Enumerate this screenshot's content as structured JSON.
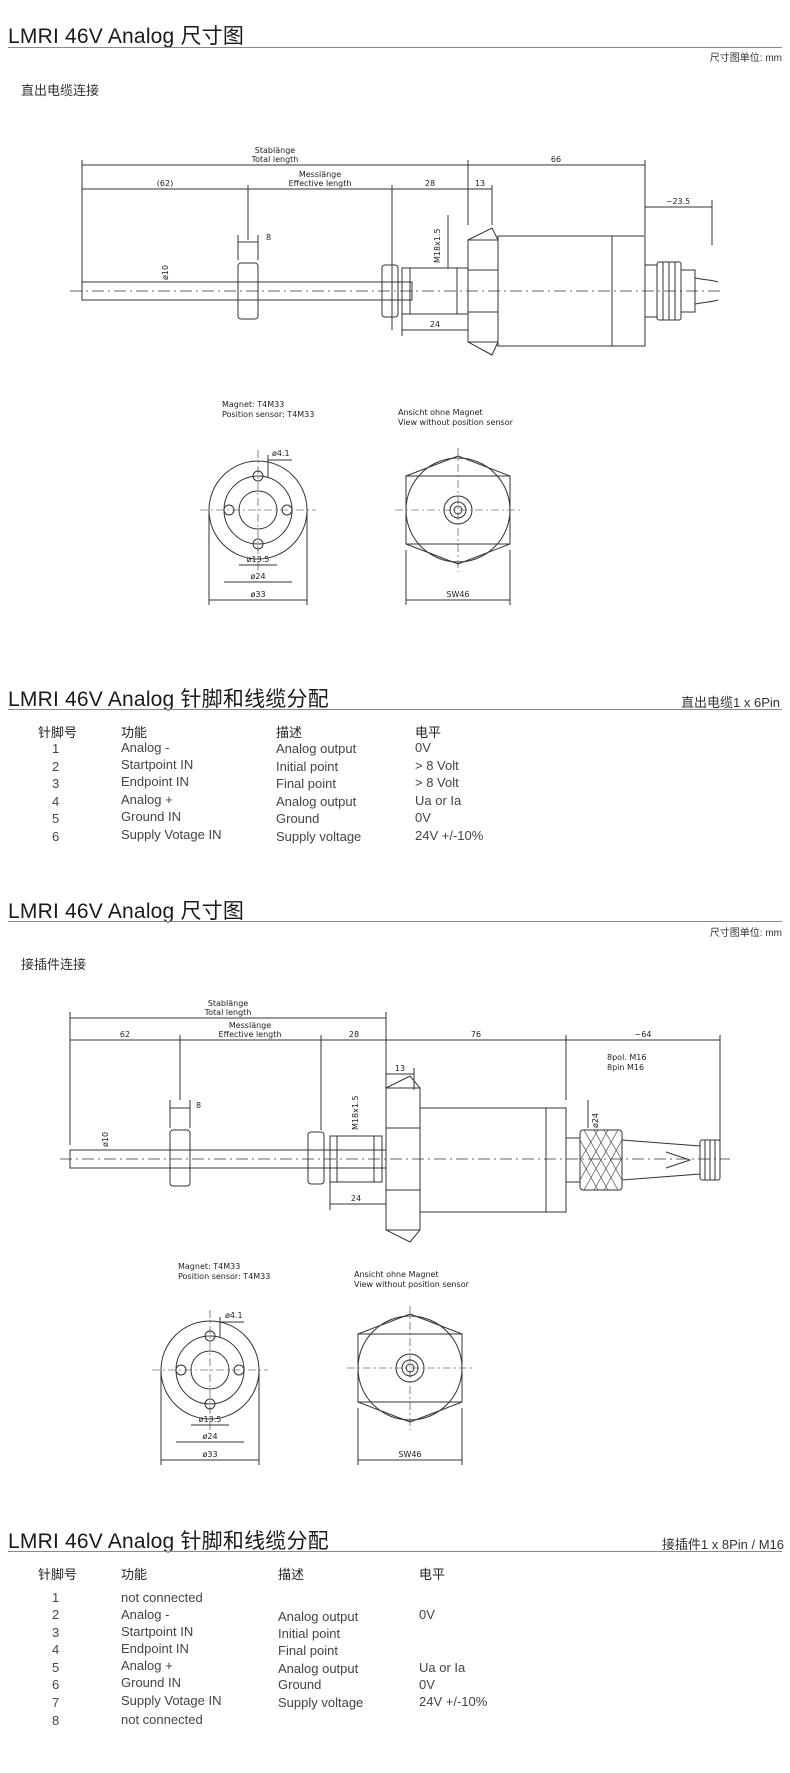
{
  "sections": [
    {
      "title": "LMRI 46V  Analog  尺寸图",
      "unit_note": "尺寸图单位: mm",
      "subtitle": "直出电缆连接",
      "drawing": {
        "stab": "Stablänge",
        "total": "Total length",
        "mess": "Messlänge",
        "eff": "Effective length",
        "d62": "(62)",
        "d28": "28",
        "d13": "13",
        "d66": "66",
        "d235": "~23.5",
        "d8": "8",
        "d10": "ø10",
        "m18": "M18x1.5",
        "d24": "24",
        "magnet1": "Magnet: T4M33",
        "magnet2": "Position sensor: T4M33",
        "view1": "Ansicht ohne Magnet",
        "view2": "View without position sensor",
        "hole": "ø4.1",
        "c135": "ø13.5",
        "c24": "ø24",
        "c33": "ø33",
        "sw": "SW46"
      }
    },
    {
      "title": "LMRI 46V   Analog  针脚和线缆分配",
      "right_note": "直出电缆1 x 6Pin",
      "headers": [
        "针脚号",
        "功能",
        "描述",
        "电平"
      ],
      "rows": [
        [
          "1",
          "Analog -",
          "Analog output",
          "0V"
        ],
        [
          "2",
          "Startpoint IN",
          "Initial point",
          "> 8 Volt"
        ],
        [
          "3",
          "Endpoint IN",
          "Final point",
          "> 8 Volt"
        ],
        [
          "4",
          "Analog +",
          "Analog output",
          "Ua or Ia"
        ],
        [
          "5",
          "Ground IN",
          "Ground",
          "0V"
        ],
        [
          "6",
          "Supply Votage IN",
          "Supply voltage",
          "24V +/-10%"
        ]
      ]
    },
    {
      "title": "LMRI 46V  Analog  尺寸图",
      "unit_note": "尺寸图单位: mm",
      "subtitle": "接插件连接",
      "drawing": {
        "stab": "Stablänge",
        "total": "Total length",
        "mess": "Messlänge",
        "eff": "Effective length",
        "d62": "62",
        "d28": "28",
        "d76": "76",
        "d64": "~64",
        "d13": "13",
        "d8": "8",
        "d10": "ø10",
        "m18": "M18x1.5",
        "d24": "24",
        "dconn": "ø24",
        "pol1": "8pol. M16",
        "pol2": "8pin M16",
        "magnet1": "Magnet: T4M33",
        "magnet2": "Position sensor: T4M33",
        "view1": "Ansicht ohne Magnet",
        "view2": "View without position sensor",
        "hole": "ø4.1",
        "c135": "ø13.5",
        "c24": "ø24",
        "c33": "ø33",
        "sw": "SW46"
      }
    },
    {
      "title": "LMRI 46V   Analog  针脚和线缆分配",
      "right_note": "接插件1 x 8Pin / M16",
      "headers": [
        "针脚号",
        "功能",
        "描述",
        "电平"
      ],
      "rows": [
        [
          "1",
          "not connected",
          "",
          ""
        ],
        [
          "2",
          "Analog -",
          "Analog output",
          "0V"
        ],
        [
          "3",
          "Startpoint IN",
          "Initial point",
          ""
        ],
        [
          "4",
          "Endpoint IN",
          "Final point",
          ""
        ],
        [
          "5",
          "Analog +",
          "Analog output",
          "Ua or Ia"
        ],
        [
          "6",
          "Ground IN",
          "Ground",
          "0V"
        ],
        [
          "7",
          "Supply Votage IN",
          "Supply voltage",
          "24V +/-10%"
        ],
        [
          "8",
          "not connected",
          "",
          ""
        ]
      ]
    }
  ]
}
